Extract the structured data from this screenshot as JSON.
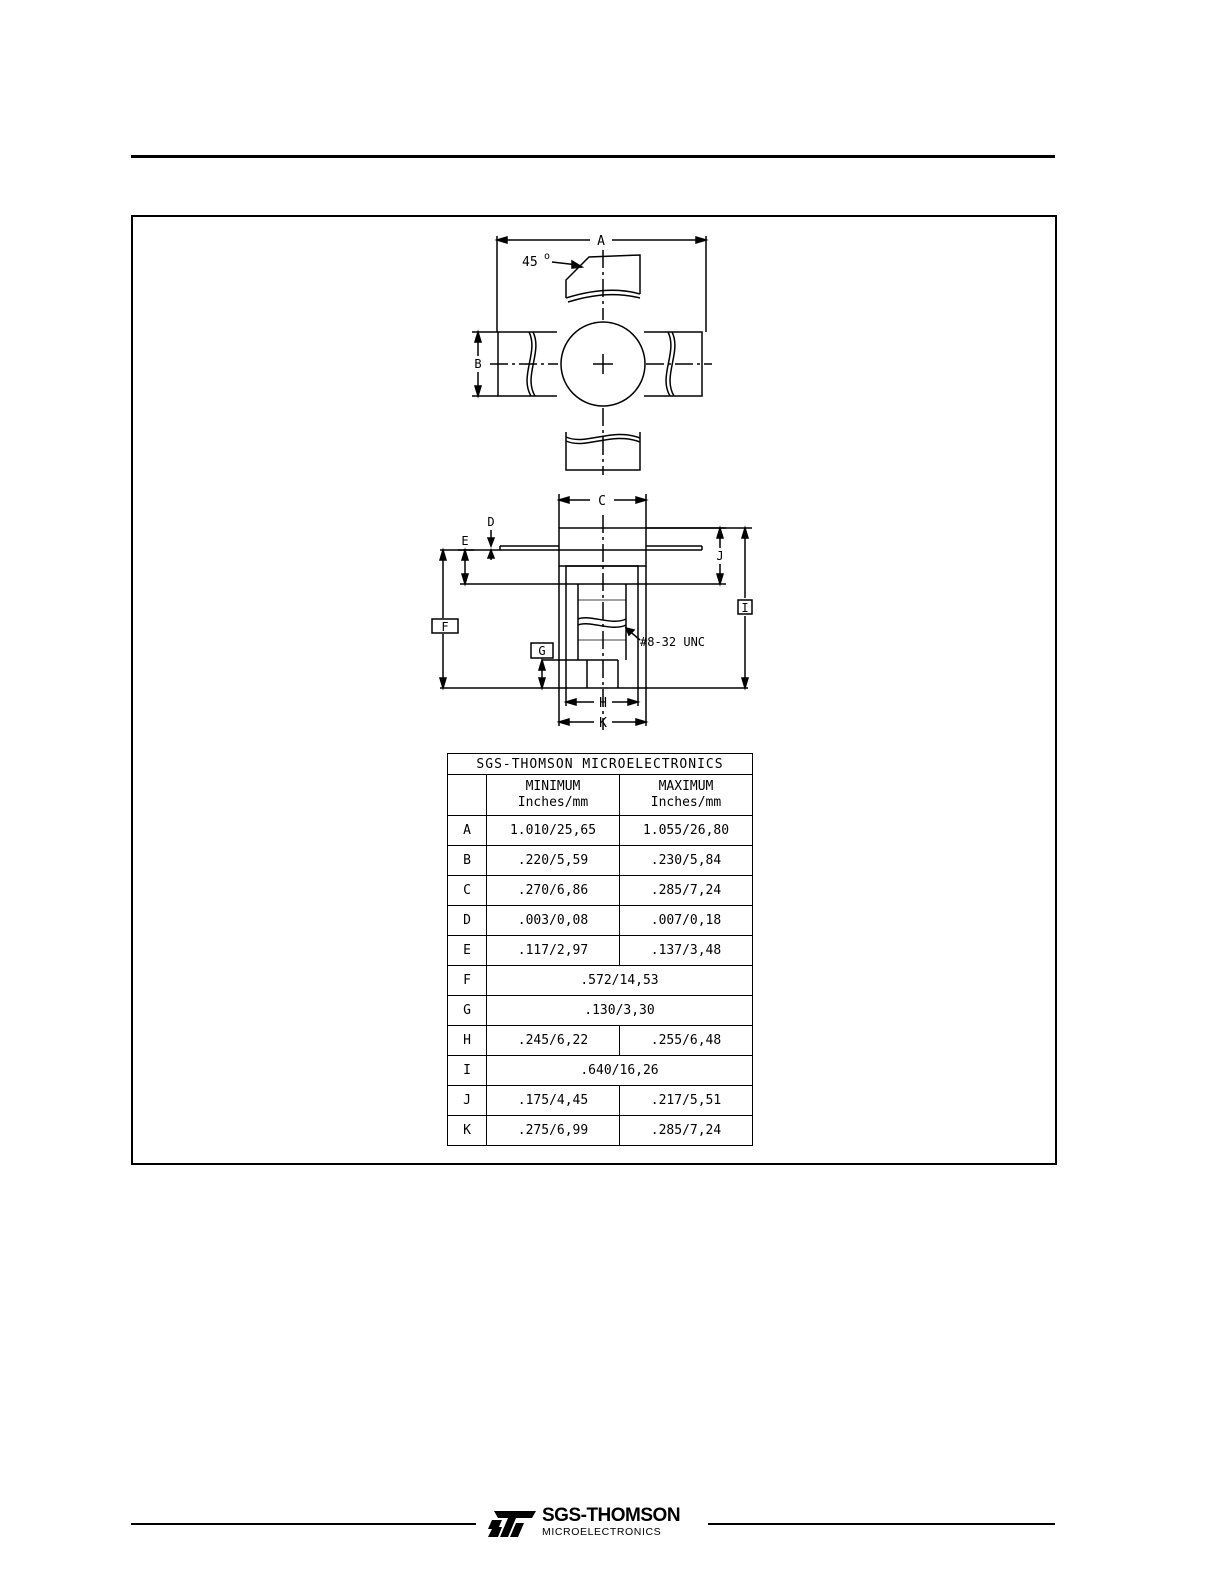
{
  "drawing": {
    "labels": {
      "a": "A",
      "angle": "45",
      "angle_unit": "o",
      "b": "B",
      "c": "C",
      "d": "D",
      "e": "E",
      "f": "F",
      "g": "G",
      "h": "H",
      "i": "I",
      "j": "J",
      "k": "K",
      "thread": "#8-32 UNC"
    }
  },
  "table": {
    "caption": "SGS-THOMSON MICROELECTRONICS",
    "min_header": [
      "MINIMUM",
      "Inches/mm"
    ],
    "max_header": [
      "MAXIMUM",
      "Inches/mm"
    ],
    "rows": [
      {
        "dim": "A",
        "min": "1.010/25,65",
        "max": "1.055/26,80"
      },
      {
        "dim": "B",
        "min": ".220/5,59",
        "max": ".230/5,84"
      },
      {
        "dim": "C",
        "min": ".270/6,86",
        "max": ".285/7,24"
      },
      {
        "dim": "D",
        "min": ".003/0,08",
        "max": ".007/0,18"
      },
      {
        "dim": "E",
        "min": ".117/2,97",
        "max": ".137/3,48"
      },
      {
        "dim": "F",
        "value": ".572/14,53"
      },
      {
        "dim": "G",
        "value": ".130/3,30"
      },
      {
        "dim": "H",
        "min": ".245/6,22",
        "max": ".255/6,48"
      },
      {
        "dim": "I",
        "value": ".640/16,26"
      },
      {
        "dim": "J",
        "min": ".175/4,45",
        "max": ".217/5,51"
      },
      {
        "dim": "K",
        "min": ".275/6,99",
        "max": ".285/7,24"
      }
    ]
  },
  "footer": {
    "logo_mark": "ST",
    "brand": "SGS-THOMSON",
    "sub": "MICROELECTRONICS"
  }
}
